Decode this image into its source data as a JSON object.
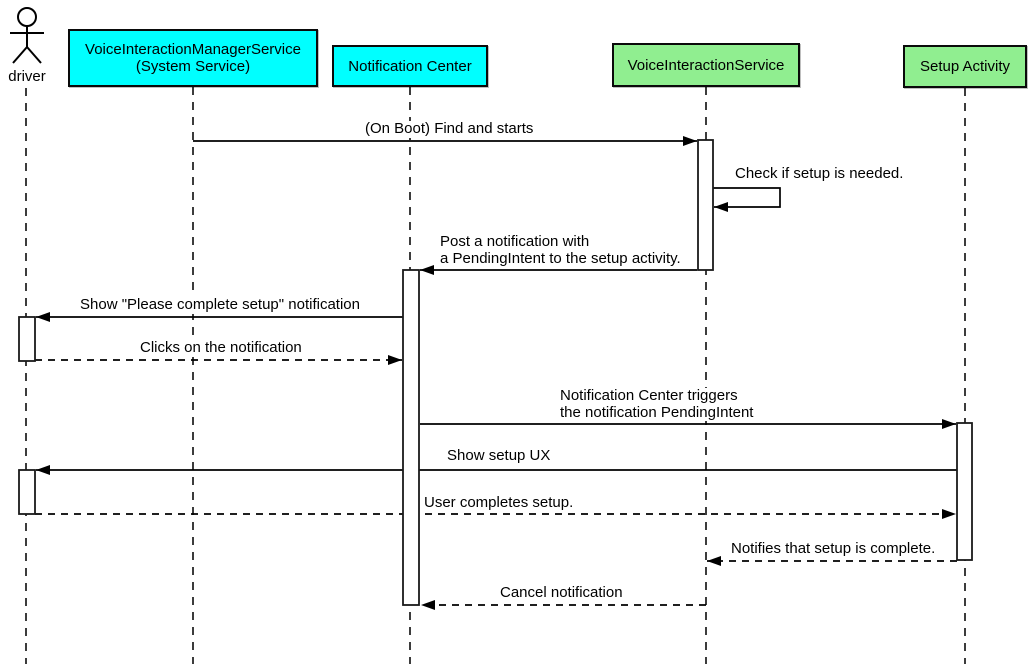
{
  "participants": {
    "driver": {
      "label": "driver",
      "type": "actor"
    },
    "manager_service": {
      "label": "VoiceInteractionManagerService\n(System Service)",
      "fill": "#00ffff"
    },
    "notification_center": {
      "label": "Notification Center",
      "fill": "#00ffff"
    },
    "voice_interaction_service": {
      "label": "VoiceInteractionService",
      "fill": "#90ee90"
    },
    "setup_activity": {
      "label": "Setup Activity",
      "fill": "#90ee90"
    }
  },
  "messages": [
    {
      "label": "(On Boot) Find and starts",
      "from": "VoiceInteractionManagerService (System Service)",
      "to": "VoiceInteractionService",
      "line": "solid"
    },
    {
      "label": "Check if setup is needed.",
      "from": "VoiceInteractionService",
      "to": "VoiceInteractionService",
      "line": "solid"
    },
    {
      "label": "Post a notification with\na PendingIntent to the setup activity.",
      "from": "VoiceInteractionService",
      "to": "Notification Center",
      "line": "solid"
    },
    {
      "label": "Show \"Please complete setup\" notification",
      "from": "Notification Center",
      "to": "driver",
      "line": "solid"
    },
    {
      "label": "Clicks on the notification",
      "from": "driver",
      "to": "Notification Center",
      "line": "dashed"
    },
    {
      "label": "Notification Center triggers\nthe notification PendingIntent",
      "from": "Notification Center",
      "to": "Setup Activity",
      "line": "solid"
    },
    {
      "label": "Show setup UX",
      "from": "Setup Activity",
      "to": "driver",
      "line": "solid"
    },
    {
      "label": "User completes setup.",
      "from": "driver",
      "to": "Setup Activity",
      "line": "dashed"
    },
    {
      "label": "Notifies that setup is complete.",
      "from": "Setup Activity",
      "to": "VoiceInteractionService",
      "line": "dashed"
    },
    {
      "label": "Cancel notification",
      "from": "VoiceInteractionService",
      "to": "Notification Center",
      "line": "dashed"
    }
  ],
  "colors": {
    "cyan_participant": "#00ffff",
    "green_participant": "#90ee90",
    "line": "#000000",
    "background": "#ffffff"
  }
}
